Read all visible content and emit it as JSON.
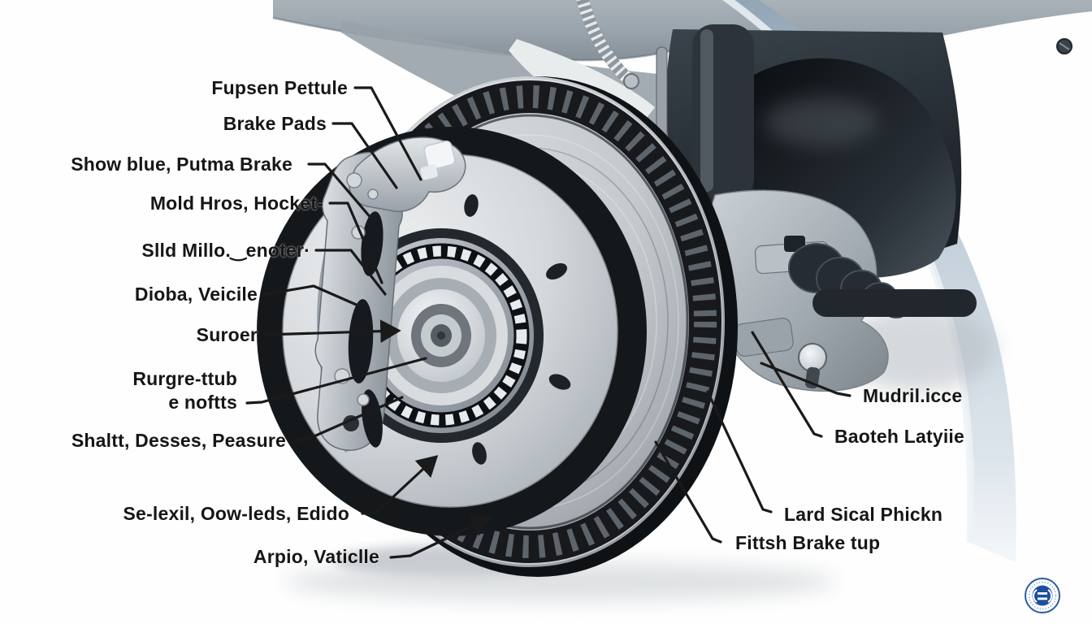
{
  "labels_left": [
    {
      "text": "Fupsen Pettule"
    },
    {
      "text": "Brake Pads"
    },
    {
      "text": "Show blue, Putma Brake"
    },
    {
      "text": "Mold Hros, Hocket-"
    },
    {
      "text": "Slld Millo.‿enoter·"
    },
    {
      "text": "Dioba, Veicile"
    },
    {
      "text": "Suroer"
    },
    {
      "text": "Rurgre-ttub",
      "text2": "e noftts"
    },
    {
      "text": "Shaltt, Desses, Peasure"
    },
    {
      "text": "Se-lexil, Oow-leds, Edido"
    },
    {
      "text": "Arpio, Vaticlle"
    }
  ],
  "labels_right": [
    {
      "text": "Mudril.icce"
    },
    {
      "text": "Baoteh Latyiie"
    },
    {
      "text": "Lard Sical Phickn"
    },
    {
      "text": "Fittsh Brake tup"
    }
  ],
  "colors": {
    "label_ink": "#161616",
    "leader_line": "#1a1a1a",
    "arch_blue": "#c6d2dc",
    "logo_blue": "#1d4f9c",
    "logo_ring": "#2a5ca6"
  }
}
